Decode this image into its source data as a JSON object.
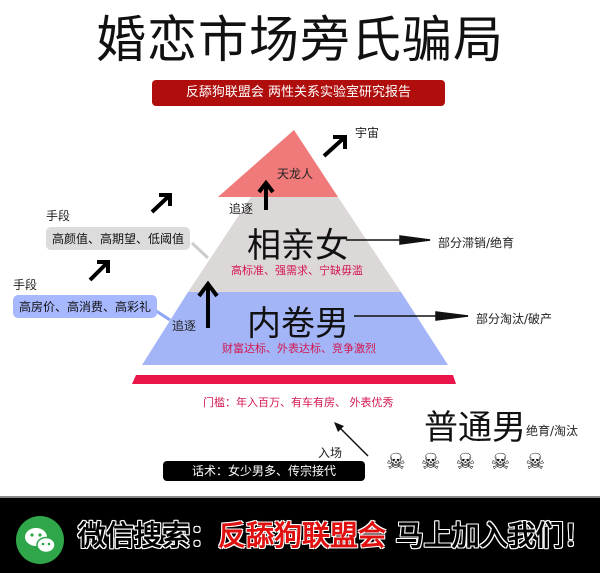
{
  "header": {
    "title": "婚恋市场旁氏骗局",
    "subtitle": "反舔狗联盟会 两性关系实验室研究报告"
  },
  "pyramid": {
    "colors": {
      "top": "#f07a7a",
      "middle": "#dcd8d8",
      "bottom": "#a3b4f7",
      "base_bar": "#e8144a"
    },
    "top": {
      "label": "天龙人",
      "exit_label": "宇宙"
    },
    "middle": {
      "label": "相亲女",
      "desc": "高标准、强需求、宁缺毋滥",
      "outcome": "部分滞销/绝育",
      "chase_label": "追逐"
    },
    "bottom": {
      "label": "内卷男",
      "desc": "财富达标、外表达标、竞争激烈",
      "outcome": "部分淘汰/破产",
      "chase_label": "追逐"
    },
    "threshold": "门槛：年入百万、有车有房、 外表优秀"
  },
  "means": {
    "upper": {
      "heading": "手段",
      "text": "高颜值、高期望、低阈值"
    },
    "lower": {
      "heading": "手段",
      "text": "高房价、高消费、高彩礼"
    }
  },
  "entry": {
    "label": "入场",
    "rhetoric": "话术：女少男多、传宗接代"
  },
  "ordinary_man": {
    "label": "普通男",
    "outcome": "绝育/淘汰",
    "skull_count": 5,
    "skull_icon": "☠"
  },
  "banner": {
    "prefix": "微信搜索：",
    "name": "反舔狗联盟会",
    "suffix": "马上加入我们！",
    "icon": "wechat-icon"
  }
}
